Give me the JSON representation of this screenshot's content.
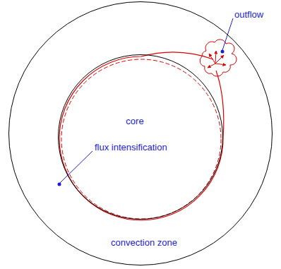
{
  "diagram": {
    "nodes": [
      {
        "text": [
          "convection zone"
        ]
      },
      {
        "text": [
          "core"
        ],
        "in": 0
      }
    ],
    "labels": [
      "outflow",
      "flux intensification"
    ]
  }
}
